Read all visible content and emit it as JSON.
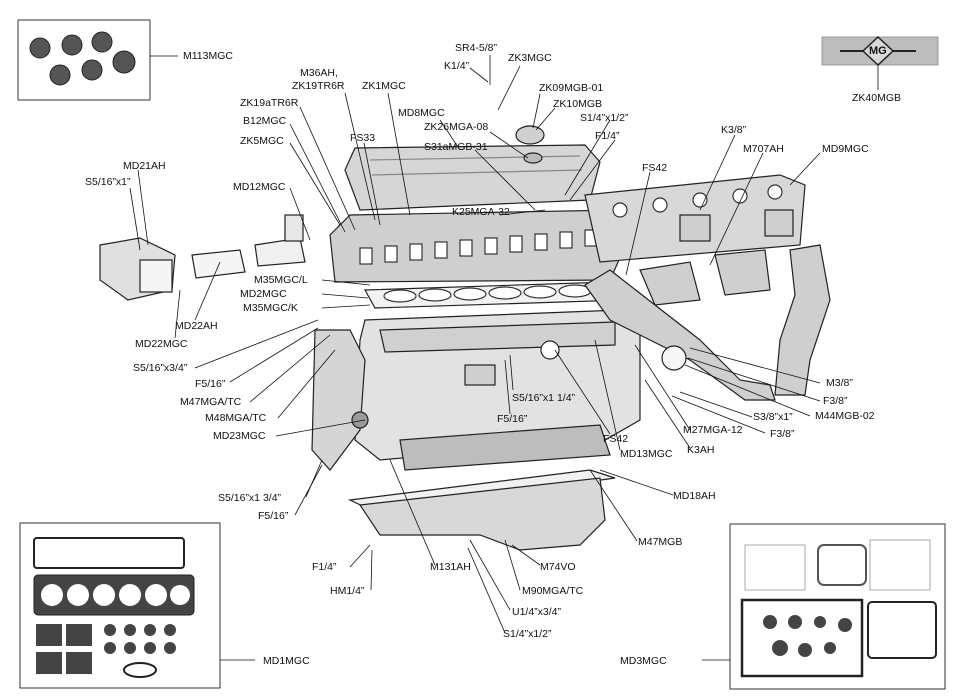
{
  "badge": {
    "text": "MG"
  },
  "labels": {
    "m113mgc": "M113MGC",
    "sr4": "SR4-5/8”",
    "k14": "K1/4”",
    "zk3mgc": "ZK3MGC",
    "zk40mgb": "ZK40MGB",
    "m36ah": "M36AH,",
    "zk19tr6r": "ZK19TR6R",
    "zk1mgc": "ZK1MGC",
    "zk09mgb": "ZK09MGB-01",
    "zk10mgb": "ZK10MGB",
    "md8mgc": "MD8MGC",
    "zk26mga": "ZK26MGA-08",
    "s14x12_top": "S1/4”x1/2”",
    "zk19atr6r": "ZK19aTR6R",
    "b12mgc": "B12MGC",
    "f14_top": "F1/4”",
    "k38": "K3/8”",
    "m707ah": "M707AH",
    "md9mgc": "MD9MGC",
    "zk5mgc": "ZK5MGC",
    "fs33": "FS33",
    "s31amgb": "S31aMGB-31",
    "fs42_top": "FS42",
    "md21ah": "MD21AH",
    "s516x1": "S5/16”x1”",
    "md12mgc": "MD12MGC",
    "k25mga": "K25MGA-32",
    "m35mgcl": "M35MGC/L",
    "md2mgc": "MD2MGC",
    "m35mgck": "M35MGC/K",
    "md22ah": "MD22AH",
    "md22mgc": "MD22MGC",
    "s516x34": "S5/16”x3/4”",
    "f516_a": "F5/16”",
    "m47mgatc": "M47MGA/TC",
    "m48mgatc": "M48MGA/TC",
    "md23mgc": "MD23MGC",
    "s516x114": "S5/16”x1 1/4”",
    "f516_b": "F5/16”",
    "fs42_mid": "FS42",
    "md13mgc": "MD13MGC",
    "m27mga": "M27MGA-12",
    "k3ah": "K3AH",
    "m38": "M3/8”",
    "f38_a": "F3/8”",
    "m44mgb": "M44MGB-02",
    "s38x1": "S3/8”x1”",
    "f38_b": "F3/8”",
    "md18ah": "MD18AH",
    "s516x134": "S5/16”x1 3/4”",
    "f516_c": "F5/16”",
    "m47mgb": "M47MGB",
    "f14_bot": "F1/4”",
    "hm14": "HM1/4”",
    "m131ah": "M131AH",
    "m74vo": "M74VO",
    "m90mgatc": "M90MGA/TC",
    "u14x34": "U1/4”x3/4”",
    "s14x12_bot": "S1/4”x1/2”",
    "md1mgc": "MD1MGC",
    "md3mgc": "MD3MGC"
  }
}
